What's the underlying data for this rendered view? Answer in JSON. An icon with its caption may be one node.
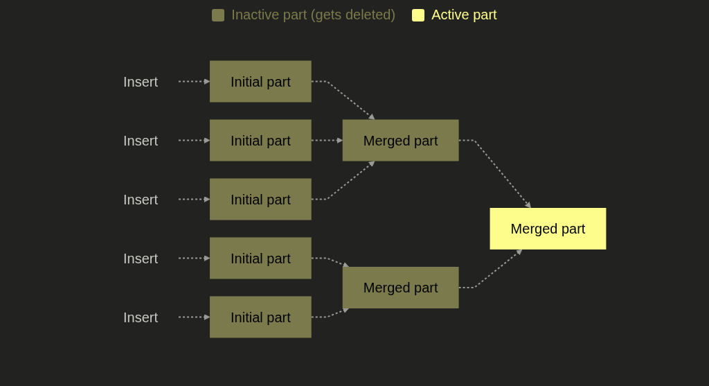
{
  "diagram": {
    "nodes": [
      {
        "text": [
          "Insert"
        ]
      },
      {
        "text": [
          "Insert"
        ]
      },
      {
        "text": [
          "Insert"
        ]
      },
      {
        "text": [
          "Insert"
        ]
      },
      {
        "text": [
          "Insert"
        ]
      },
      {
        "text": [
          "Initial part"
        ]
      },
      {
        "text": [
          "Initial part"
        ]
      },
      {
        "text": [
          "Initial part"
        ]
      },
      {
        "text": [
          "Initial part"
        ]
      },
      {
        "text": [
          "Initial part"
        ]
      },
      {
        "text": [
          "Merged part"
        ]
      },
      {
        "text": [
          "Merged part"
        ]
      },
      {
        "text": [
          "Merged part"
        ]
      }
    ],
    "edges": [
      {
        "from": 0,
        "to": 5,
        "arrow": "to",
        "style": "dashed"
      },
      {
        "from": 1,
        "to": 6,
        "arrow": "to",
        "style": "dashed"
      },
      {
        "from": 2,
        "to": 7,
        "arrow": "to",
        "style": "dashed"
      },
      {
        "from": 3,
        "to": 8,
        "arrow": "to",
        "style": "dashed"
      },
      {
        "from": 4,
        "to": 9,
        "arrow": "to",
        "style": "dashed"
      },
      {
        "from": 5,
        "to": 10,
        "arrow": "to",
        "style": "dashed"
      },
      {
        "from": 6,
        "to": 10,
        "arrow": "to",
        "style": "dashed"
      },
      {
        "from": 7,
        "to": 10,
        "arrow": "to",
        "style": "dashed"
      },
      {
        "from": 8,
        "to": 11,
        "arrow": "to",
        "style": "dashed"
      },
      {
        "from": 9,
        "to": 11,
        "arrow": "to",
        "style": "dashed"
      },
      {
        "from": 10,
        "to": 12,
        "arrow": "to",
        "style": "dashed"
      },
      {
        "from": 11,
        "to": 12,
        "arrow": "to",
        "style": "dashed"
      }
    ],
    "legend": [
      {
        "text": "Inactive part (gets deleted)",
        "color": "#7a7a4c"
      },
      {
        "text": "Active part",
        "color": "#fdfd8c"
      }
    ]
  }
}
